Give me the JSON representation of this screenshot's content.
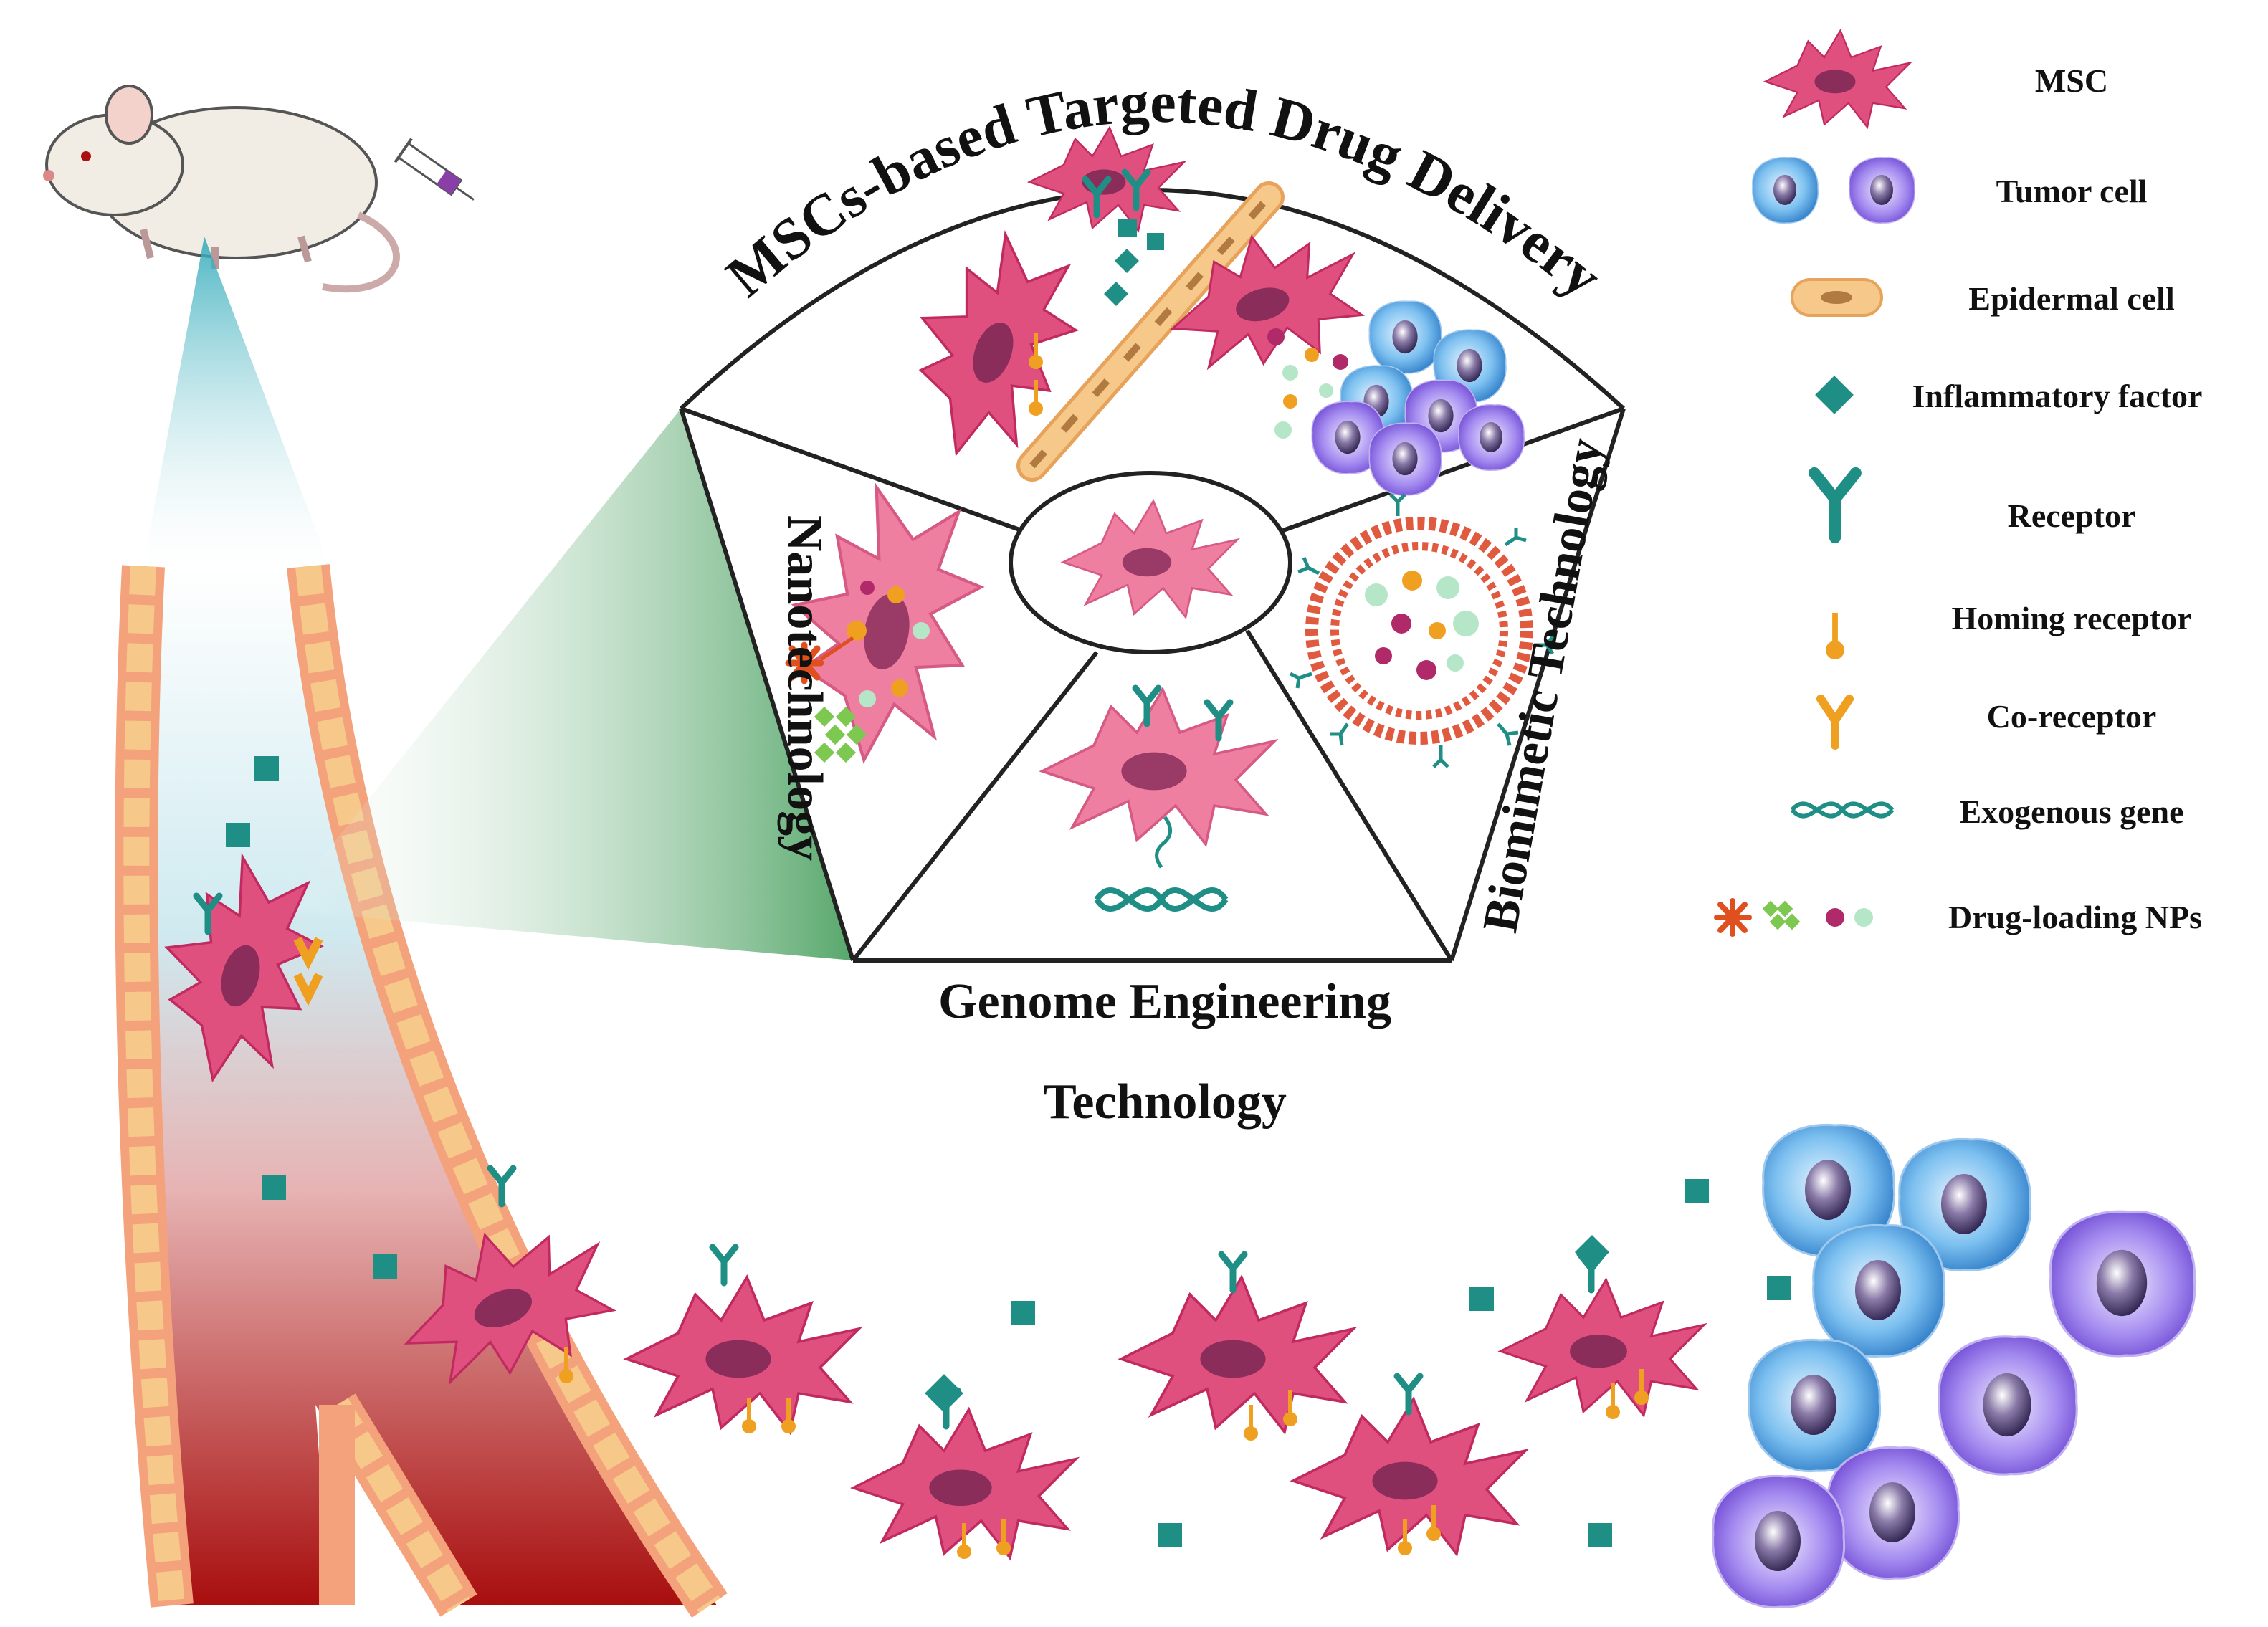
{
  "title": "MSCs-based Targeted Drug Delivery",
  "sections": {
    "nano": "Nanotechnology",
    "biomimetic": "Biomimetic Technology",
    "genome_line1": "Genome Engineering",
    "genome_line2": "Technology"
  },
  "legend": [
    {
      "key": "msc",
      "label": "MSC",
      "icon": "msc-cell-icon"
    },
    {
      "key": "tumor",
      "label": "Tumor cell",
      "icon": "tumor-cell-icon"
    },
    {
      "key": "epidermal",
      "label": "Epidermal cell",
      "icon": "epidermal-cell-icon"
    },
    {
      "key": "inflammatory",
      "label": "Inflammatory factor",
      "icon": "inflammatory-factor-icon"
    },
    {
      "key": "receptor",
      "label": "Receptor",
      "icon": "receptor-icon"
    },
    {
      "key": "homing",
      "label": "Homing receptor",
      "icon": "homing-receptor-icon"
    },
    {
      "key": "coreceptor",
      "label": "Co-receptor",
      "icon": "co-receptor-icon"
    },
    {
      "key": "gene",
      "label": "Exogenous gene",
      "icon": "exogenous-gene-icon"
    },
    {
      "key": "nps",
      "label": "Drug-loading NPs",
      "icon": "drug-loading-nps-icon"
    }
  ],
  "colors": {
    "msc": "#e0507f",
    "msc_nucleus": "#8b2d5a",
    "tumor_blue": "#2f7fd0",
    "tumor_purple": "#6a3fd0",
    "epidermal": "#f5c27a",
    "inflammatory": "#1f8f86",
    "receptor": "#1f8f86",
    "homing": "#f0a020",
    "vessel_red": "#b01010",
    "vessel_wall": "#f3a27c",
    "cone_green": "#1f8a3a",
    "cone_teal": "#2aa8b8"
  }
}
